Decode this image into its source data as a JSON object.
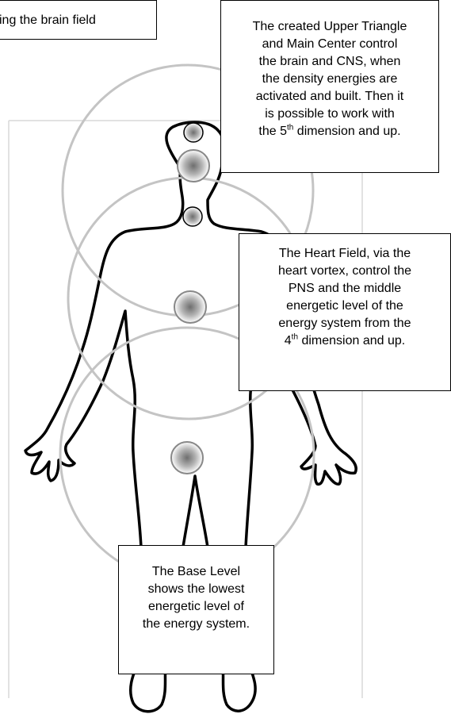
{
  "labels": {
    "brain_field": "ing the brain field",
    "upper": {
      "text": "The created Upper Triangle and Main Center control the brain and CNS, when the density energies are activated and built. Then it is possible to work with the 5th dimension and up.",
      "lines": [
        "The created Upper Triangle",
        "and Main Center control",
        "the brain and CNS, when",
        "the density energies are",
        "activated and built. Then it",
        "is possible to work with"
      ],
      "last_pre": "the 5",
      "last_sup": "th",
      "last_post": " dimension and up."
    },
    "heart": {
      "text": "The Heart Field, via the heart vortex, control the PNS and the middle energetic level of the energy system from the 4th dimension and up.",
      "lines": [
        "The Heart Field, via the",
        "heart vortex, control the",
        "PNS and the middle",
        "energetic level of the",
        "energy system from the"
      ],
      "last_pre": "4",
      "last_sup": "th",
      "last_post": " dimension and up."
    },
    "base": {
      "text": "The Base Level shows the lowest energetic level of the energy system.",
      "lines": [
        "The Base Level",
        "shows the lowest",
        "energetic level of",
        "the energy system."
      ]
    }
  },
  "colors": {
    "field_circle": "#c4c4c4",
    "outline": "#000000",
    "frame_line": "#d9d9d9",
    "center_gradient_inner": "#7a7a7a",
    "center_gradient_outer": "#ffffff"
  },
  "fields": [
    "brain-field",
    "heart-field",
    "base-field"
  ],
  "energy_centers": [
    "crown-center",
    "main-center",
    "throat-center",
    "heart-center",
    "base-center"
  ]
}
